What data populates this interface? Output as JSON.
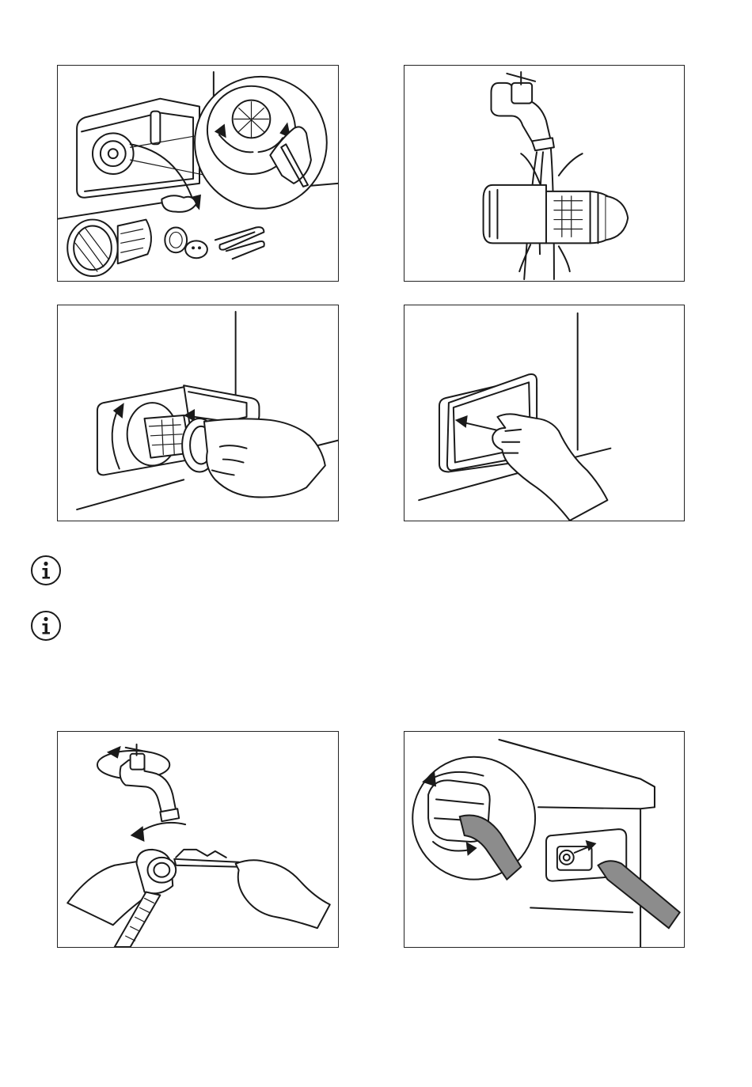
{
  "figures": [
    {
      "id": "clean-filter",
      "icons": [
        "drain-pump-filter-icon",
        "debris-icon",
        "coins-icon",
        "paper-clip-icon",
        "magnifier-circle-icon"
      ]
    },
    {
      "id": "rinse-filter",
      "icons": [
        "water-tap-icon",
        "pump-filter-icon",
        "water-stream-icon"
      ]
    },
    {
      "id": "refit-filter",
      "icons": [
        "pump-filter-icon",
        "hand-icon",
        "rotate-arrow-icon"
      ]
    },
    {
      "id": "close-flap",
      "icons": [
        "service-flap-icon",
        "hand-icon",
        "push-arrow-icon"
      ]
    },
    {
      "id": "clean-inlet-hose",
      "icons": [
        "water-tap-icon",
        "hose-connector-icon",
        "toothbrush-icon",
        "hands-icon"
      ]
    },
    {
      "id": "disconnect-inlet-hose",
      "icons": [
        "hose-connector-icon",
        "valve-filter-icon",
        "pliers-icon",
        "magnifier-circle-icon"
      ]
    }
  ],
  "notes": [
    {
      "icon": "info-icon"
    },
    {
      "icon": "info-icon"
    }
  ]
}
